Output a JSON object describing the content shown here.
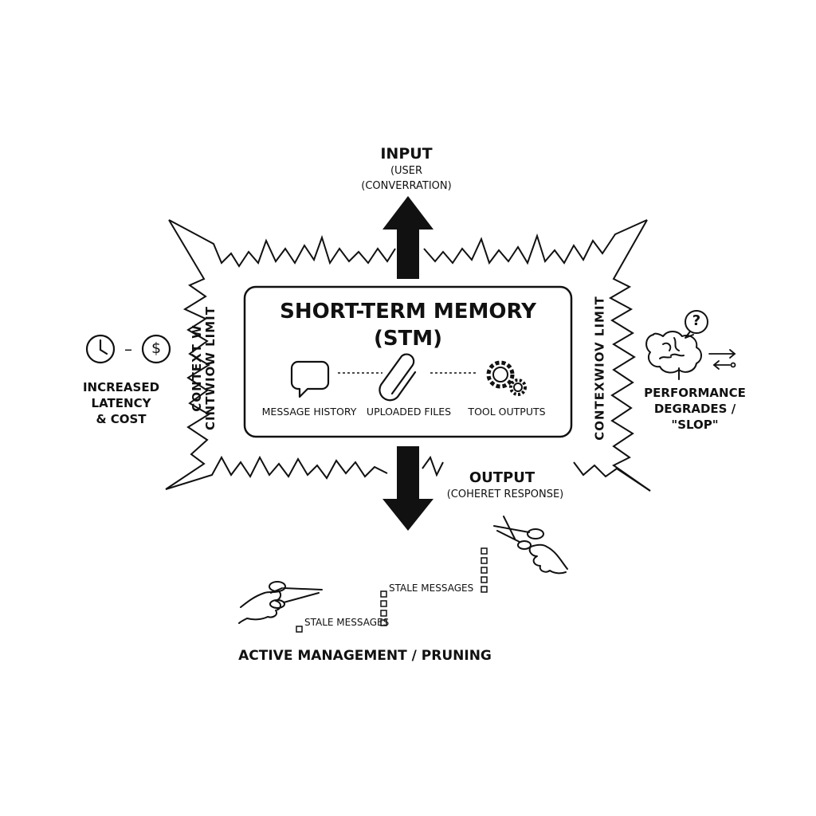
{
  "diagram": {
    "input": {
      "title": "INPUT",
      "line1": "(USER",
      "line2": "(CONVERRATION)"
    },
    "stm": {
      "title_line1": "SHORT-TERM MEMORY",
      "title_line2": "(STM)",
      "items": [
        {
          "label": "MESSAGE HISTORY",
          "icon": "speech-bubble-icon"
        },
        {
          "label": "UPLOADED FILES",
          "icon": "paperclip-icon"
        },
        {
          "label": "TOOL OUTPUTS",
          "icon": "gears-icon"
        }
      ]
    },
    "context_left": {
      "line1": "CONTEXT W",
      "line2": "CINTWIOW LIMIT"
    },
    "context_right": {
      "line1": "CONTEXWIOV LIMIT"
    },
    "latency": {
      "dash": "–",
      "line1": "INCREASED",
      "line2": "LATENCY",
      "line3": "& COST"
    },
    "performance": {
      "line1": "PERFORMANCE",
      "line2": "DEGRADES /",
      "line3": "\"SLOP\""
    },
    "output": {
      "title": "OUTPUT",
      "subtitle": "(COHERET RESPONSE)"
    },
    "pruning": {
      "stale_upper": "STALE MESSAGES",
      "stale_lower": "STALE MESSAGES",
      "footer": "ACTIVE MANAGEMENT / PRUNING"
    }
  }
}
